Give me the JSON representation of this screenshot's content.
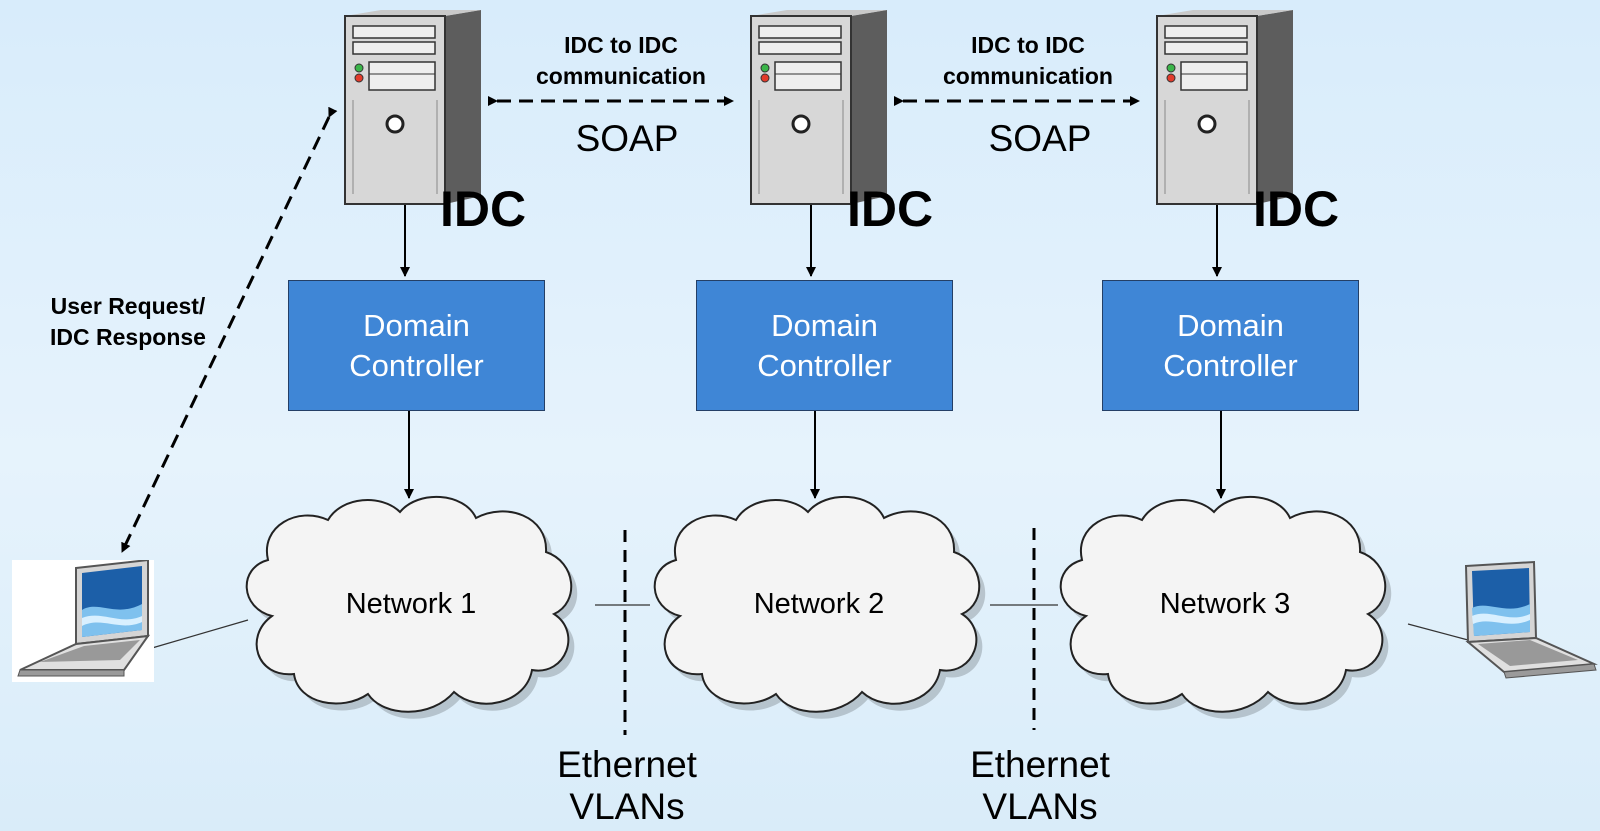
{
  "servers": [
    {
      "label": "IDC"
    },
    {
      "label": "IDC"
    },
    {
      "label": "IDC"
    }
  ],
  "communication": [
    {
      "line1": "IDC to IDC",
      "line2": "communication",
      "protocol": "SOAP"
    },
    {
      "line1": "IDC to IDC",
      "line2": "communication",
      "protocol": "SOAP"
    }
  ],
  "controllers": [
    {
      "line1": "Domain",
      "line2": "Controller"
    },
    {
      "line1": "Domain",
      "line2": "Controller"
    },
    {
      "line1": "Domain",
      "line2": "Controller"
    }
  ],
  "networks": [
    {
      "label": "Network 1"
    },
    {
      "label": "Network 2"
    },
    {
      "label": "Network 3"
    }
  ],
  "user_link": {
    "line1": "User Request/",
    "line2": "IDC Response"
  },
  "boundaries": [
    {
      "line1": "Ethernet",
      "line2": "VLANs"
    },
    {
      "line1": "Ethernet",
      "line2": "VLANs"
    }
  ],
  "colors": {
    "controller_fill": "#3f86d6",
    "background": "#dcedfa"
  },
  "icons": [
    "server-tower-icon",
    "laptop-icon",
    "cloud-icon"
  ]
}
